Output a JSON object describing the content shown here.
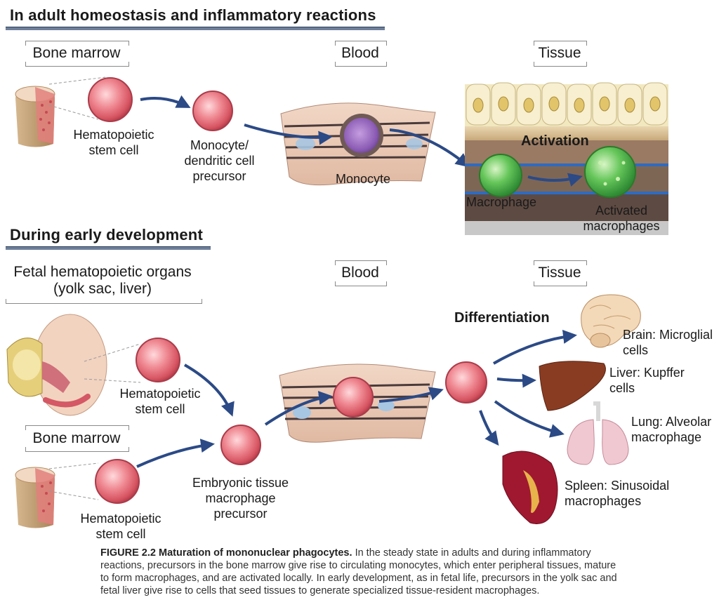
{
  "top": {
    "title": "In adult homeostasis and inflammatory reactions",
    "places": {
      "bone_marrow": "Bone marrow",
      "blood": "Blood",
      "tissue": "Tissue"
    },
    "hsc": "Hematopoietic stem cell",
    "precursor": "Monocyte/ dendritic cell precursor",
    "monocyte": "Monocyte",
    "activation": "Activation",
    "macrophage": "Macrophage",
    "activated": "Activated macrophages"
  },
  "bottom": {
    "title": "During early development",
    "places": {
      "fetal": "Fetal hematopoietic organs (yolk sac, liver)",
      "blood": "Blood",
      "tissue": "Tissue",
      "bone_marrow": "Bone marrow"
    },
    "hsc_fetal": "Hematopoietic stem cell",
    "hsc_marrow": "Hematopoietic stem cell",
    "embryonic": "Embryonic tissue macrophage precursor",
    "differentiation": "Differentiation",
    "organs": {
      "brain": "Brain: Microglial cells",
      "liver": "Liver: Kupffer cells",
      "lung": "Lung: Alveolar macrophage",
      "spleen": "Spleen: Sinusoidal macrophages"
    }
  },
  "caption": {
    "bold": "FIGURE 2.2 Maturation of mononuclear phagocytes.",
    "text": "In the steady state in adults and during inflammatory reactions, precursors in the bone marrow give rise to circulating monocytes, which enter peripheral tissues, mature to form macrophages, and are activated locally. In early development, as in fetal life, precursors in the yolk sac and fetal liver give rise to cells that seed tissues to generate specialized tissue-resident macrophages."
  },
  "colors": {
    "arrow": "#2b4a86",
    "cell": "#e8767f",
    "title_rule": "#6d7f9a"
  }
}
